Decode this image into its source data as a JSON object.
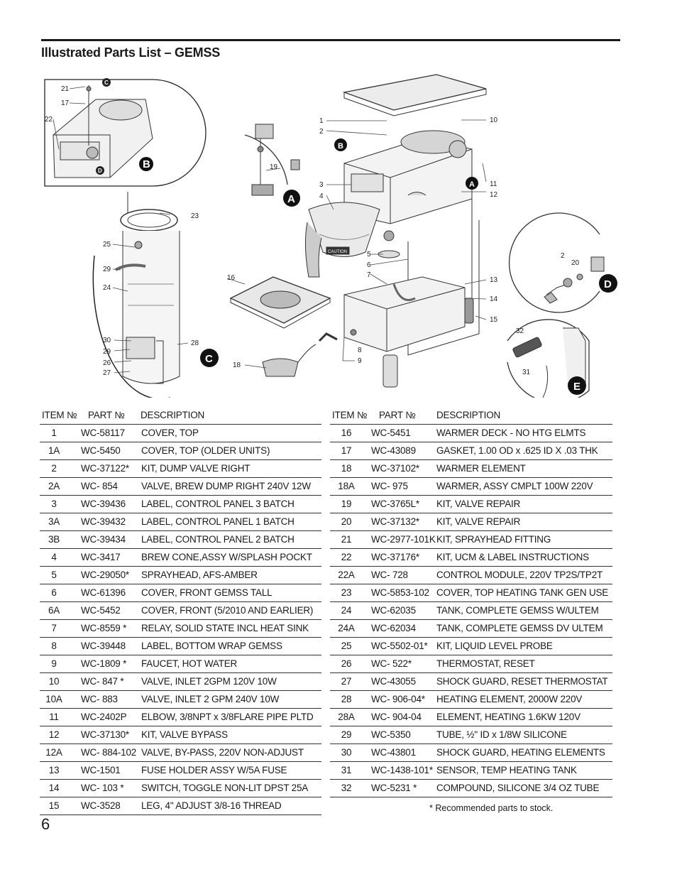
{
  "page": {
    "title": "Illustrated Parts List – GEMSS",
    "page_number": "6",
    "footnote": "* Recommended parts to stock."
  },
  "diagram": {
    "callouts": [
      "A",
      "A",
      "B",
      "B",
      "C",
      "D",
      "E"
    ],
    "small_letters": [
      "C",
      "D"
    ],
    "labels": {
      "l21": "21",
      "l17": "17",
      "l22": "22",
      "l23": "23",
      "l25": "25",
      "l29a": "29",
      "l24": "24",
      "l30": "30",
      "l29b": "29",
      "l28": "28",
      "l26": "26",
      "l27": "27",
      "l19": "19",
      "l1": "1",
      "l2": "2",
      "l3": "3",
      "l4": "4",
      "l10": "10",
      "l11": "11",
      "l12": "12",
      "l5": "5",
      "l6": "6",
      "l7": "7",
      "l16": "16",
      "l18": "18",
      "l8": "8",
      "l9": "9",
      "l13": "13",
      "l14": "14",
      "l15": "15",
      "l2d": "2",
      "l20": "20",
      "l32": "32",
      "l31": "31",
      "caution": "CAUTION"
    }
  },
  "table_headers": {
    "item": "ITEM №",
    "part": "PART №",
    "description": "DESCRIPTION"
  },
  "parts_left": [
    {
      "item": "1",
      "part": "WC-58117",
      "description": "COVER, TOP"
    },
    {
      "item": "1A",
      "part": "WC-5450",
      "description": "COVER, TOP (OLDER UNITS)"
    },
    {
      "item": "2",
      "part": "WC-37122*",
      "description": "KIT, DUMP VALVE RIGHT"
    },
    {
      "item": "2A",
      "part": "WC- 854",
      "description": "VALVE, BREW DUMP RIGHT 240V 12W"
    },
    {
      "item": "3",
      "part": "WC-39436",
      "description": "LABEL, CONTROL PANEL 3 BATCH"
    },
    {
      "item": "3A",
      "part": "WC-39432",
      "description": "LABEL, CONTROL PANEL 1 BATCH"
    },
    {
      "item": "3B",
      "part": "WC-39434",
      "description": "LABEL, CONTROL PANEL 2 BATCH"
    },
    {
      "item": "4",
      "part": "WC-3417",
      "description": "BREW CONE,ASSY W/SPLASH POCKT"
    },
    {
      "item": "5",
      "part": "WC-29050*",
      "description": "SPRAYHEAD, AFS-AMBER"
    },
    {
      "item": "6",
      "part": "WC-61396",
      "description": "COVER, FRONT GEMSS TALL"
    },
    {
      "item": "6A",
      "part": "WC-5452",
      "description": "COVER, FRONT (5/2010 AND EARLIER)"
    },
    {
      "item": "7",
      "part": "WC-8559 *",
      "description": "RELAY, SOLID STATE INCL HEAT SINK"
    },
    {
      "item": "8",
      "part": "WC-39448",
      "description": "LABEL, BOTTOM WRAP GEMSS"
    },
    {
      "item": "9",
      "part": "WC-1809 *",
      "description": "FAUCET, HOT WATER"
    },
    {
      "item": "10",
      "part": "WC-  847 *",
      "description": "VALVE, INLET 2GPM 120V 10W"
    },
    {
      "item": "10A",
      "part": "WC- 883",
      "description": "VALVE, INLET 2 GPM 240V 10W"
    },
    {
      "item": "11",
      "part": "WC-2402P",
      "description": "ELBOW, 3/8NPT x 3/8FLARE PIPE PLTD"
    },
    {
      "item": "12",
      "part": "WC-37130*",
      "description": "KIT, VALVE BYPASS"
    },
    {
      "item": "12A",
      "part": "WC- 884-102",
      "description": "VALVE, BY-PASS, 220V NON-ADJUST"
    },
    {
      "item": "13",
      "part": "WC-1501",
      "description": "FUSE HOLDER ASSY W/5A FUSE"
    },
    {
      "item": "14",
      "part": "WC-  103 *",
      "description": "SWITCH, TOGGLE NON-LIT DPST 25A"
    },
    {
      "item": "15",
      "part": "WC-3528",
      "description": "LEG, 4\" ADJUST 3/8-16 THREAD"
    }
  ],
  "parts_right": [
    {
      "item": "16",
      "part": "WC-5451",
      "description": "WARMER DECK - NO HTG ELMTS"
    },
    {
      "item": "17",
      "part": "WC-43089",
      "description": "GASKET, 1.00 OD x .625 ID X .03 THK"
    },
    {
      "item": "18",
      "part": "WC-37102*",
      "description": "WARMER ELEMENT"
    },
    {
      "item": "18A",
      "part": "WC- 975",
      "description": "WARMER, ASSY CMPLT 100W 220V"
    },
    {
      "item": "19",
      "part": "WC-3765L*",
      "description": "KIT, VALVE REPAIR"
    },
    {
      "item": "20",
      "part": "WC-37132*",
      "description": "KIT, VALVE REPAIR"
    },
    {
      "item": "21",
      "part": "WC-2977-101K",
      "description": "KIT, SPRAYHEAD FITTING"
    },
    {
      "item": "22",
      "part": "WC-37176*",
      "description": "KIT, UCM & LABEL INSTRUCTIONS"
    },
    {
      "item": "22A",
      "part": "WC- 728",
      "description": "CONTROL MODULE, 220V TP2S/TP2T"
    },
    {
      "item": "23",
      "part": "WC-5853-102",
      "description": "COVER, TOP HEATING TANK GEN USE"
    },
    {
      "item": "24",
      "part": "WC-62035",
      "description": "TANK, COMPLETE GEMSS W/ULTEM"
    },
    {
      "item": "24A",
      "part": "WC-62034",
      "description": "TANK, COMPLETE GEMSS DV ULTEM"
    },
    {
      "item": "25",
      "part": "WC-5502-01*",
      "description": "KIT, LIQUID LEVEL PROBE"
    },
    {
      "item": "26",
      "part": "WC-  522*",
      "description": "THERMOSTAT, RESET"
    },
    {
      "item": "27",
      "part": "WC-43055",
      "description": "SHOCK GUARD, RESET THERMOSTAT"
    },
    {
      "item": "28",
      "part": "WC-  906-04*",
      "description": "HEATING ELEMENT, 2000W 220V"
    },
    {
      "item": "28A",
      "part": "WC- 904-04",
      "description": "ELEMENT, HEATING 1.6KW 120V"
    },
    {
      "item": "29",
      "part": "WC-5350",
      "description": "TUBE, ½\" ID x 1/8W SILICONE"
    },
    {
      "item": "30",
      "part": "WC-43801",
      "description": "SHOCK GUARD, HEATING ELEMENTS"
    },
    {
      "item": "31",
      "part": "WC-1438-101*",
      "description": "SENSOR, TEMP HEATING TANK"
    },
    {
      "item": "32",
      "part": "WC-5231 *",
      "description": "COMPOUND, SILICONE 3/4 OZ TUBE"
    }
  ]
}
